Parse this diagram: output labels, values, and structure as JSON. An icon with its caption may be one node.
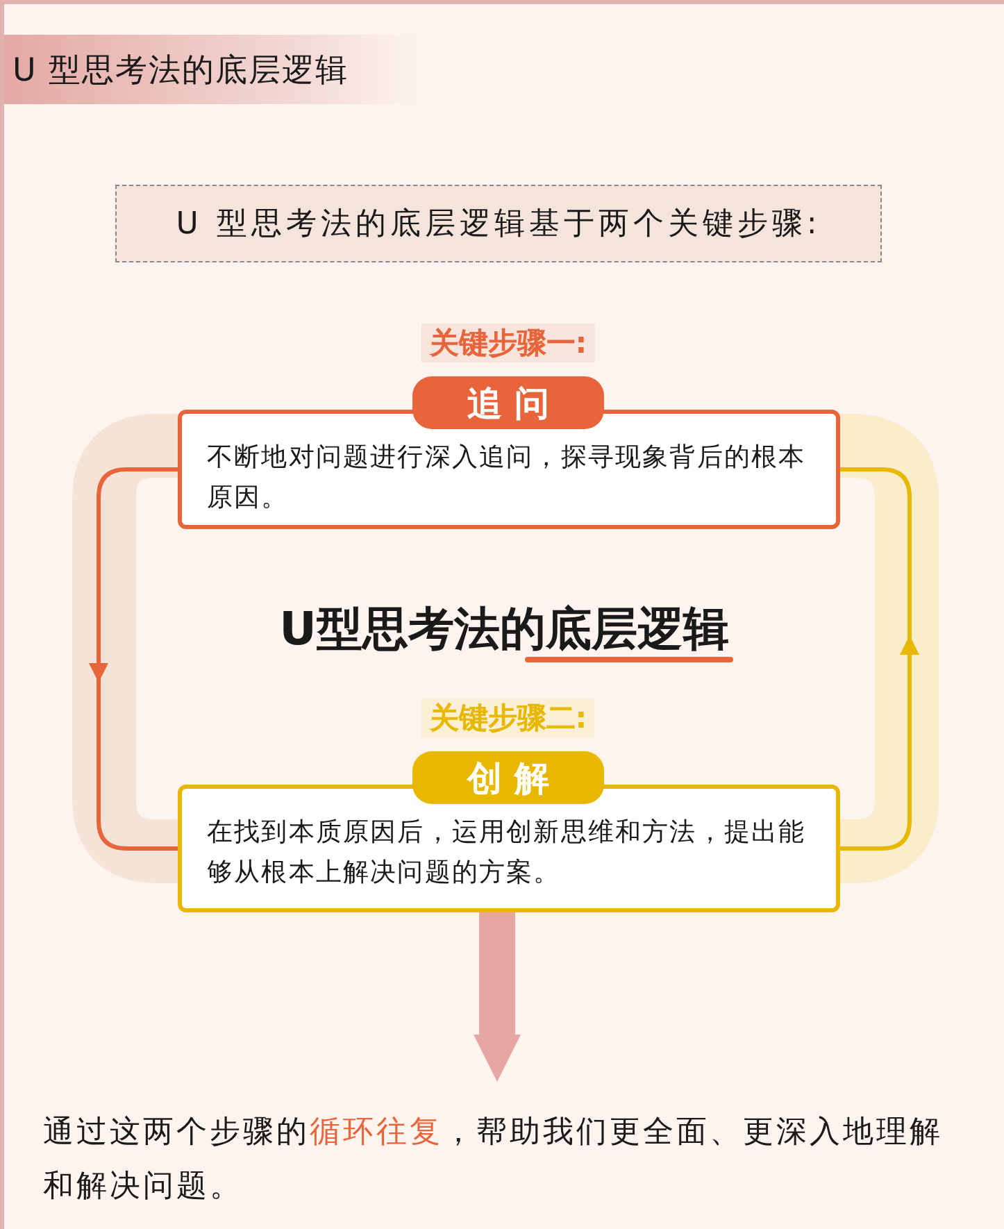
{
  "diagram": {
    "title": "U 型思考法的底层逻辑",
    "nodes": [
      {
        "text": [
          "U 型思考法的底层逻辑基于两个关键步骤:"
        ]
      },
      {
        "text": [
          "追 问"
        ]
      },
      {
        "text": [
          "不断地对问题进行深入追问，探寻现象背后的根本原因。"
        ]
      },
      {
        "text": [
          "创 解"
        ]
      },
      {
        "text": [
          "在找到本质原因后，运用创新思维和方法，提出能够从根本上解决问题的方案。"
        ]
      },
      {
        "text": [
          "通过这两个步骤的**循环往复**，帮助我们更全面、更深入地理解和解决问题。"
        ]
      }
    ],
    "edges": [
      {
        "from": 2,
        "to": 4,
        "arrow": "to",
        "color": "#e8643a"
      },
      {
        "from": 4,
        "to": 2,
        "arrow": "to",
        "color": "#e8b800"
      },
      {
        "from": 4,
        "to": 5,
        "arrow": "to",
        "style": "thick",
        "color": "#e6a6a2"
      }
    ],
    "labels": [
      "关键步骤一:",
      "U型思考法的底层逻辑",
      "关键步骤二:"
    ]
  }
}
